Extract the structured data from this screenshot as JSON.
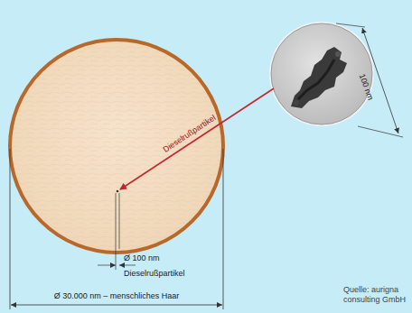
{
  "diagram": {
    "labels": [
      "Dieselrußpartikel",
      "100 nm",
      "Ø 100 nm",
      "Dieselrußpartikel",
      "Ø 30.000 nm – menschliches Haar",
      "Quelle: aurigna consulting GmbH"
    ]
  }
}
